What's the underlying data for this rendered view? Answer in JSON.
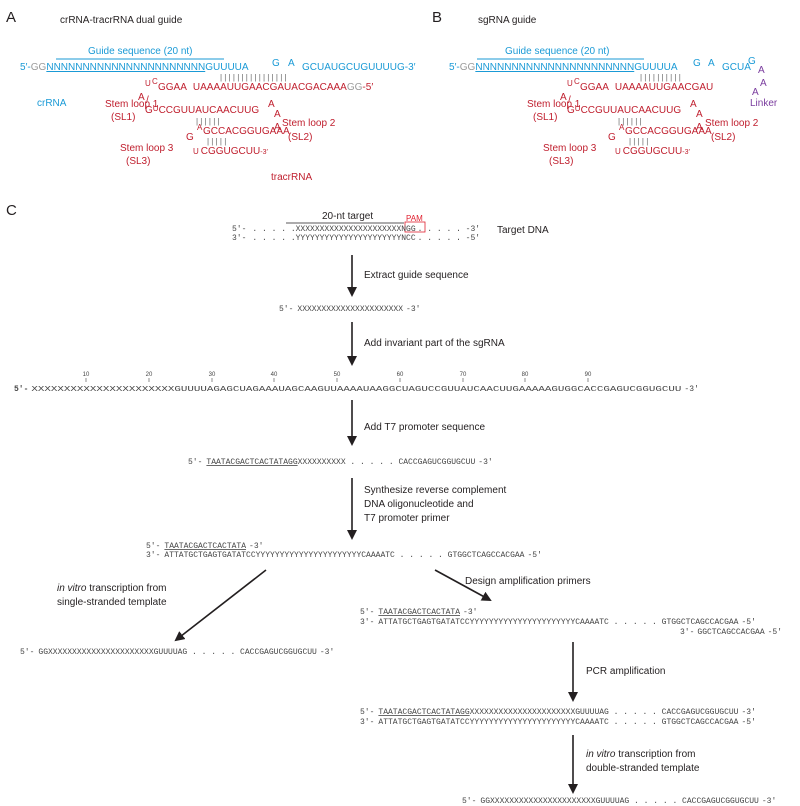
{
  "panel_a": {
    "letter": "A",
    "title": "crRNA-tracrRNA dual guide",
    "guide_label": "Guide sequence (20 nt)",
    "top_5p": "5′-",
    "top_gg": "GG",
    "top_n": "NNNNNNNNNNNNNNNNNNNNNN",
    "top_guuuua": "GUUUUA",
    "top_g": "G",
    "top_a": "A",
    "top_tail": "GCUAUGCUGUUUUG",
    "top_3p": "-3′",
    "pairing": "| | | | | |          | | | | | | | | | |",
    "bot_u": "U",
    "bot_c": "C",
    "bot_ggaa": "GGAA",
    "bot_uaaaauu": "UAAAAUU",
    "bot_gaa": "GAA",
    "bot_tracr": "CGAUACGACAAA",
    "bot_gg": "GG",
    "bot_5p": "-5′",
    "crrna_label": "crRNA",
    "sl1_a": "Stem loop 1",
    "sl1_b": "(SL1)",
    "sl1_a_a": "A",
    "sl1_slash": "/",
    "sl1_gu": "G",
    "sl1_u": "U",
    "sl1_seq": "CCGUUAUCAACUUG",
    "sl1_pairs": "| | | | | |",
    "sl1_end_a": "A",
    "sl1_end_a2": "A",
    "sl2_a": "Stem loop 2",
    "sl2_b": "(SL2)",
    "sl3_a_a": "A",
    "sl3_seq": "GCCACGGUGAAA",
    "sl3_end": "A",
    "sl3_g": "G",
    "sl3_pairs": "| | | | |",
    "sl3_u": "U",
    "sl3_tail": "CGGUGCUU",
    "sl3_3p": "-3′",
    "sl3_label_a": "Stem loop 3",
    "sl3_label_b": "(SL3)",
    "tracrrna_label": "tracrRNA"
  },
  "panel_b": {
    "letter": "B",
    "title": "sgRNA guide",
    "guide_label": "Guide sequence (20 nt)",
    "top_5p": "5′-",
    "top_gg": "GG",
    "top_n": "NNNNNNNNNNNNNNNNNNNNNN",
    "top_guuuua": "GUUUUA",
    "top_g": "G",
    "top_a": "A",
    "top_gcua": "GCUA",
    "top_g2": "G",
    "loop_a1": "A",
    "loop_a2": "A",
    "loop_a3": "A",
    "pairing": "| | | | | |          | | | |",
    "bot_u": "U",
    "bot_c": "C",
    "bot_ggaa": "GGAA",
    "bot_uaaaauu": "UAAAAUU",
    "bot_gaa": "GAA",
    "bot_cgau": "CGAU",
    "linker": "Linker",
    "sl1_a": "Stem loop 1",
    "sl1_b": "(SL1)",
    "sl1_a_a": "A",
    "sl1_slash": "/",
    "sl1_gu": "G",
    "sl1_u": "U",
    "sl1_seq": "CCGUUAUCAACUUG",
    "sl1_pairs": "| | | | | |",
    "sl1_end_a": "A",
    "sl1_end_a2": "A",
    "sl2_a": "Stem loop 2",
    "sl2_b": "(SL2)",
    "sl3_a_a": "A",
    "sl3_seq": "GCCACGGUGAAA",
    "sl3_end": "A",
    "sl3_g": "G",
    "sl3_pairs": "| | | | |",
    "sl3_u": "U",
    "sl3_tail": "CGGUGCUU",
    "sl3_3p": "-3′",
    "sl3_label_a": "Stem loop 3",
    "sl3_label_b": "(SL3)"
  },
  "panel_c": {
    "letter": "C",
    "target_title": "20-nt target",
    "pam": "PAM",
    "dna_top_5p": "5′-",
    "dna_top_dots": ". . . . .",
    "dna_top_x": "XXXXXXXXXXXXXXXXXXXXXX",
    "dna_top_ngg": "NGG",
    "dna_top_tail": ". . . . . -3′",
    "dna_bot_3p": "3′-",
    "dna_bot_dots": ". . . . .",
    "dna_bot_y": "YYYYYYYYYYYYYYYYYYYYYY",
    "dna_bot_ncc": "NCC",
    "dna_bot_tail": ". . . . . -5′",
    "target_dna_label": "Target DNA",
    "step1": "Extract guide sequence",
    "guide_5p": "5′-",
    "guide_seq": "XXXXXXXXXXXXXXXXXXXXXX",
    "guide_3p": "-3′",
    "step2": "Add invariant part of the sgRNA",
    "ruler_ticks": [
      "10",
      "20",
      "30",
      "40",
      "50",
      "60",
      "70",
      "80",
      "90"
    ],
    "full_5p": "5′-",
    "full_seq": "XXXXXXXXXXXXXXXXXXXXXXGUUUUAGAGCUAGAAAUAGCAAGUUAAAAUAAGGCUAGUCCGUUAUCAACUUGAAAAAGUGGCACCGAGUCGGUGCUU",
    "full_3p": "-3′",
    "step3": "Add T7 promoter sequence",
    "t7_5p": "5′-",
    "t7_promoter": "TAATACGACTCACTATAGG",
    "t7_rest": "XXXXXXXXXX . . . . . CACCGAGUCGGUGCUU",
    "t7_3p": "-3′",
    "step4_line1": "Synthesize reverse complement",
    "step4_line2": "DNA oligonucleotide and",
    "step4_line3": "T7 promoter primer",
    "oligo_top_5p": "5′-",
    "oligo_top_seq": "TAATACGACTCACTATA",
    "oligo_top_3p": "-3′",
    "oligo_bot_3p": "3′-",
    "oligo_bot_seq": "ATTATGCTGAGTGATATCCYYYYYYYYYYYYYYYYYYYYYYCAAAATC . . . . . GTGGCTCAGCCACGAA",
    "oligo_bot_5p": "-5′",
    "left_step_italic": "in vitro",
    "left_step_rest": " transcription from",
    "left_step_line2": "single-stranded template",
    "left_product_5p": "5′-",
    "left_product": "GGXXXXXXXXXXXXXXXXXXXXXXGUUUUAG . . . . . CACCGAGUCGGUGCUU",
    "left_product_3p": "-3′",
    "right_step": "Design amplification primers",
    "amp_top_5p": "5′-",
    "amp_top_seq": "TAATACGACTCACTATA",
    "amp_top_3p": "-3′",
    "amp_mid_3p": "3′-",
    "amp_mid_seq": "ATTATGCTGAGTGATATCCYYYYYYYYYYYYYYYYYYYYYYCAAAATC . . . . . GTGGCTCAGCCACGAA",
    "amp_mid_5p": "-5′",
    "amp_primer_3p": "3′-",
    "amp_primer_seq": "GGCTCAGCCACGAA",
    "amp_primer_5p": "-5′",
    "pcr_step": "PCR amplification",
    "pcr_top_5p": "5′-",
    "pcr_top_promoter": "TAATACGACTCACTATAGG",
    "pcr_top_rest": "XXXXXXXXXXXXXXXXXXXXXXGUUUUAG . . . . . CACCGAGUCGGUGCUU",
    "pcr_top_3p": "-3′",
    "pcr_bot_3p": "3′-",
    "pcr_bot_seq": "ATTATGCTGAGTGATATCCYYYYYYYYYYYYYYYYYYYYYYCAAAATC . . . . . GTGGCTCAGCCACGAA",
    "pcr_bot_5p": "-5′",
    "ds_step_italic": "in vitro",
    "ds_step_rest": " transcription from",
    "ds_step_line2": "double-stranded template",
    "ds_product_5p": "5′-",
    "ds_product": "GGXXXXXXXXXXXXXXXXXXXXXXGUUUUAG . . . . . CACCGAGUCGGUGCUU",
    "ds_product_3p": "-3′"
  },
  "colors": {
    "blue": "#1a9ad6",
    "red": "#c0202f",
    "purple": "#7a3c9e",
    "gray": "#9a9a9a",
    "seq": "#444444",
    "text": "#231f20"
  }
}
